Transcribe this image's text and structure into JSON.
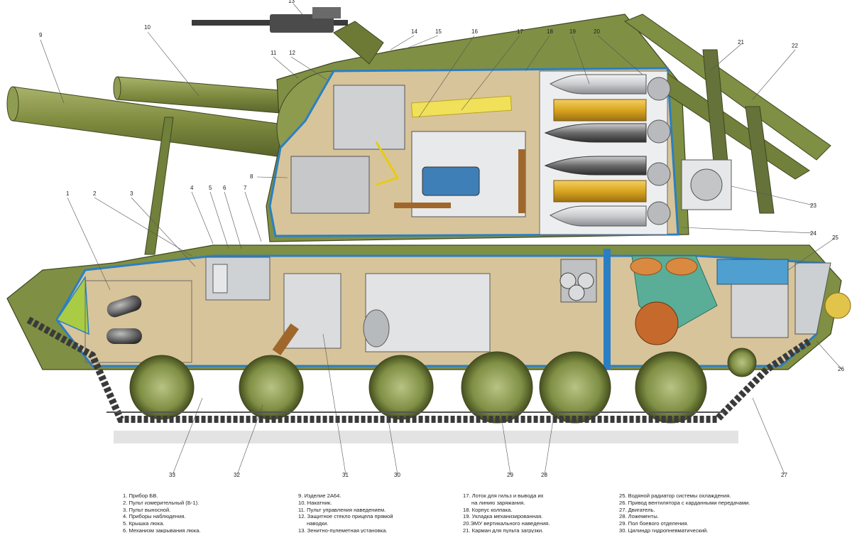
{
  "callouts": [
    "1",
    "2",
    "3",
    "4",
    "5",
    "6",
    "7",
    "8",
    "9",
    "10",
    "11",
    "12",
    "13",
    "14",
    "15",
    "16",
    "17",
    "18",
    "19",
    "20",
    "21",
    "22",
    "23",
    "24",
    "25",
    "26",
    "27",
    "28",
    "29",
    "30",
    "31",
    "32",
    "33"
  ],
  "legend": {
    "col1": [
      "1. Прибор БВ.",
      "2. Пульт измерительный (Б-1).",
      "3. Пульт выносной.",
      "4. Приборы наблюдения.",
      "5. Крышка люка.",
      "6. Механизм закрывания люка."
    ],
    "col2": [
      "9. Изделие 2А64.",
      "10. Накатник.",
      "11. Пульт управления наведением.",
      "12. Защитное стекло прицела прямой",
      "наводки.",
      "13. Зенитно-пулеметная установка."
    ],
    "col3": [
      "17. Лоток для гильз и вывода их",
      "на линию заряжания.",
      "18. Корпус колпака.",
      "19. Укладка механизированная.",
      "20.ЭМУ вертикального наведения.",
      "21. Карман для пульта загрузки."
    ],
    "col4": [
      "25. Водяной радиатор системы охлаждения.",
      "26. Привод вентилятора с карданными передачами.",
      "27. Двигатель.",
      "28. Ложементы.",
      "29. Пол боевого отделения.",
      "30. Цилиндр гидропневматический."
    ]
  },
  "colors": {
    "hull_green": "#7f8f44",
    "interior_tan": "#d8c49a",
    "armor_outline": "#2a7fc4",
    "shell_yellow": "#d9a520",
    "equipment_gray": "#c8cacc"
  }
}
